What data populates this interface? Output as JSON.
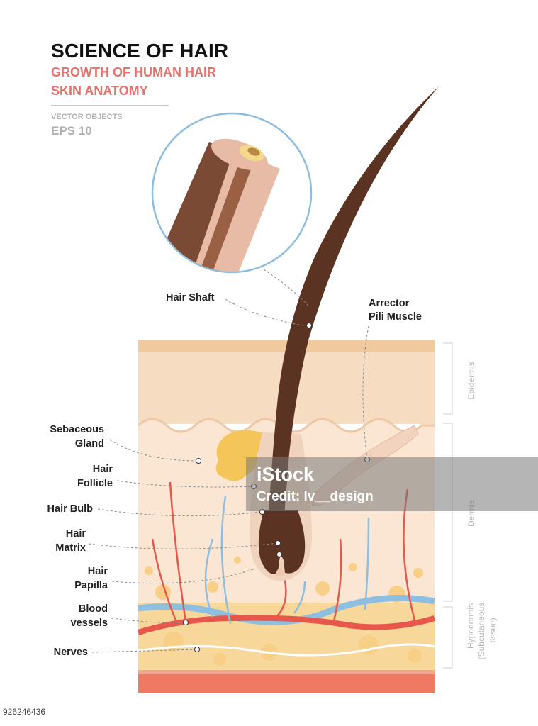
{
  "header": {
    "title": "SCIENCE OF HAIR",
    "subtitle_1": "GROWTH OF HUMAN HAIR",
    "subtitle_2": "SKIN ANATOMY",
    "meta_1": "VECTOR OBJECTS",
    "meta_2": "EPS 10"
  },
  "labels": {
    "hair_shaft": "Hair Shaft",
    "arrector_1": "Arrector",
    "arrector_2": "Pili Muscle",
    "sebaceous_1": "Sebaceous",
    "sebaceous_2": "Gland",
    "follicle_1": "Hair",
    "follicle_2": "Follicle",
    "hair_bulb": "Hair Bulb",
    "matrix_1": "Hair",
    "matrix_2": "Matrix",
    "papilla_1": "Hair",
    "papilla_2": "Papilla",
    "blood_1": "Blood",
    "blood_2": "vessels",
    "nerves": "Nerves"
  },
  "layers": {
    "epidermis": "Epidermis",
    "dermis": "Dermis",
    "hypodermis_1": "Hypodermis",
    "hypodermis_2": "(Subcutaneous",
    "hypodermis_3": "tissue)"
  },
  "watermark": {
    "logo": "iStock",
    "credit": "Credit: lv__design",
    "image_id": "926246436"
  },
  "colors": {
    "hair": "#5a3322",
    "skin_epidermis": "#f6dcc0",
    "skin_dermis": "#fae3ce",
    "fat": "#f8d79a",
    "artery": "#e8574b",
    "vein": "#8fbfe0",
    "title_accent": "#e8716b"
  }
}
